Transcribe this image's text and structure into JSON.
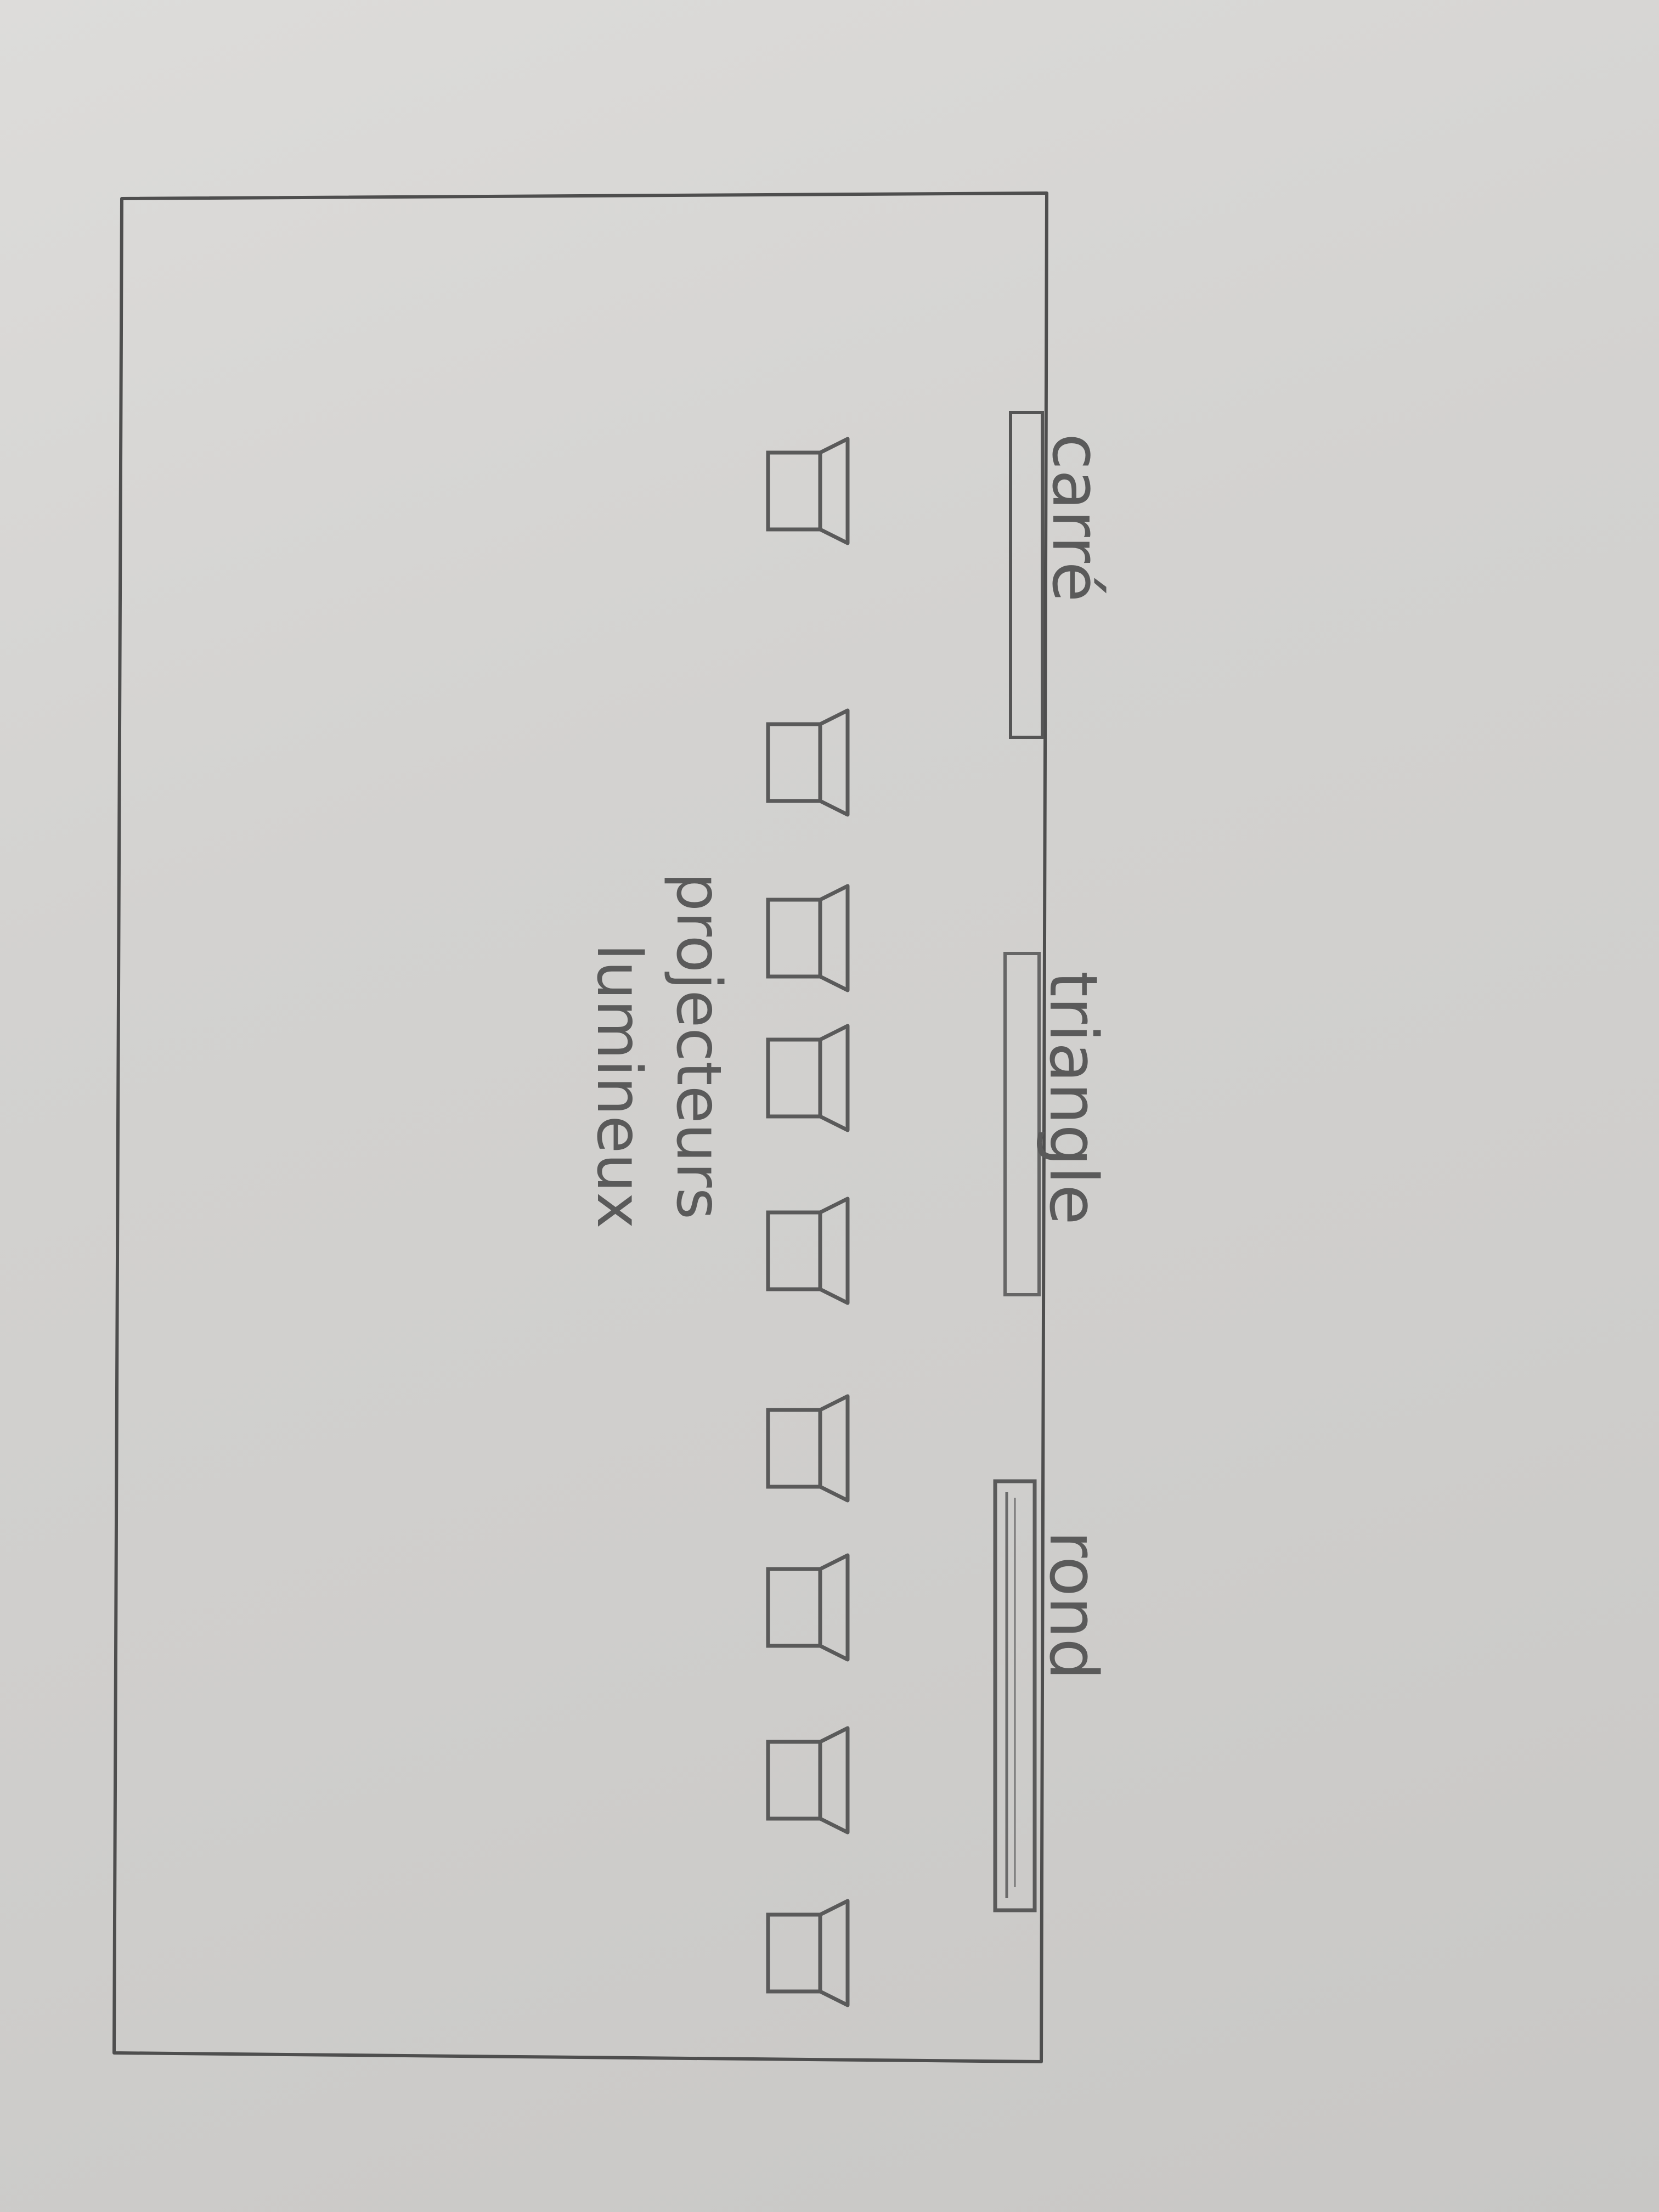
{
  "labels": {
    "shape_1": "carré",
    "shape_2": "triangle",
    "shape_3": "rond",
    "projectors_line1": "projecteurs",
    "projectors_line2": "lumineux"
  },
  "projector_count": 9,
  "colors": {
    "paper": "#d3d2d0",
    "pencil": "#5a5a5a"
  }
}
